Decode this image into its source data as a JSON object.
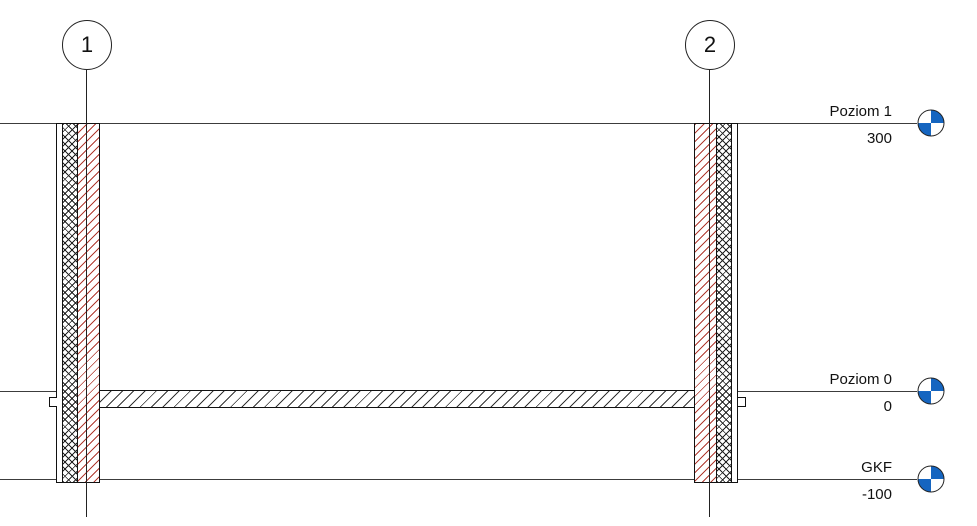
{
  "grids": [
    {
      "label": "1"
    },
    {
      "label": "2"
    }
  ],
  "levels": [
    {
      "name": "Poziom 1",
      "elevation": "300"
    },
    {
      "name": "Poziom 0",
      "elevation": "0"
    },
    {
      "name": "GKF",
      "elevation": "-100"
    }
  ],
  "colors": {
    "level_head_blue": "#1565c0",
    "masonry_hatch_red": "#b03a30",
    "annotation_line": "#3c3c3c"
  }
}
